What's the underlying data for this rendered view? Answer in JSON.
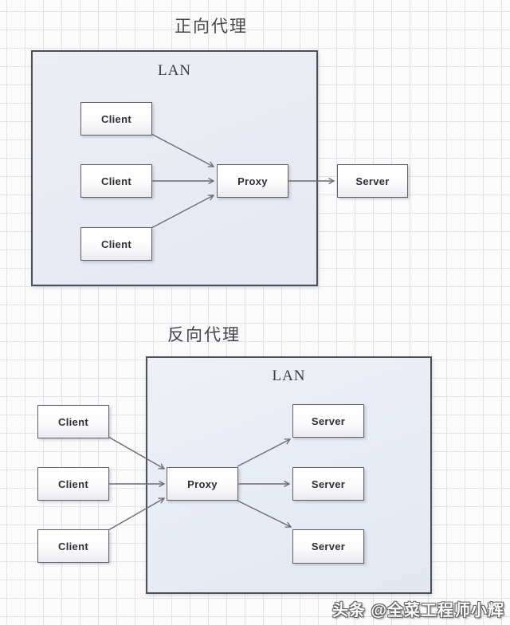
{
  "diagrams": [
    {
      "title": "正向代理",
      "lan_label": "LAN",
      "client_labels": [
        "Client",
        "Client",
        "Client"
      ],
      "proxy_label": "Proxy",
      "server_labels": [
        "Server"
      ]
    },
    {
      "title": "反向代理",
      "lan_label": "LAN",
      "client_labels": [
        "Client",
        "Client",
        "Client"
      ],
      "proxy_label": "Proxy",
      "server_labels": [
        "Server",
        "Server",
        "Server"
      ]
    }
  ],
  "watermark": "头条 @全菜工程师小辉",
  "colors": {
    "background": "#fbfbfc",
    "grid_line": "#dfe2ea",
    "lan_fill": "#e8eaf3",
    "lan_border": "#4e4e58",
    "node_fill": "#ffffff",
    "node_border": "#60606c",
    "arrow": "#6b6b78",
    "title_text": "#45454c",
    "node_text": "#2e2e36",
    "watermark_text": "#ffffff"
  }
}
